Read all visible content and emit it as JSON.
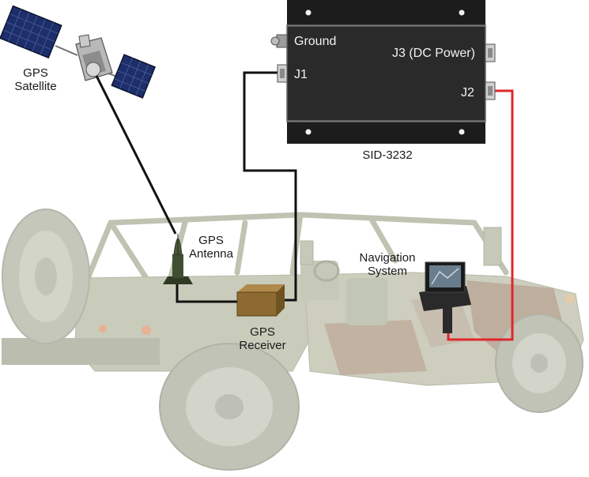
{
  "diagram": {
    "device": {
      "name": "SID-3232",
      "ports": {
        "ground": "Ground",
        "j1": "J1",
        "j2": "J2",
        "j3": "J3 (DC Power)"
      }
    },
    "components": {
      "satellite": {
        "line1": "GPS",
        "line2": "Satellite"
      },
      "antenna": {
        "line1": "GPS",
        "line2": "Antenna"
      },
      "receiver": {
        "line1": "GPS",
        "line2": "Receiver"
      },
      "navigation": {
        "line1": "Navigation",
        "line2": "System"
      }
    },
    "colors": {
      "device_body": "#1c1c1c",
      "cable_black": "#111111",
      "cable_red": "#e0262b",
      "vehicle_tan": "#c6c9b6",
      "vehicle_camo": "#b89f8d",
      "receiver_box": "#8d6a2f"
    }
  }
}
